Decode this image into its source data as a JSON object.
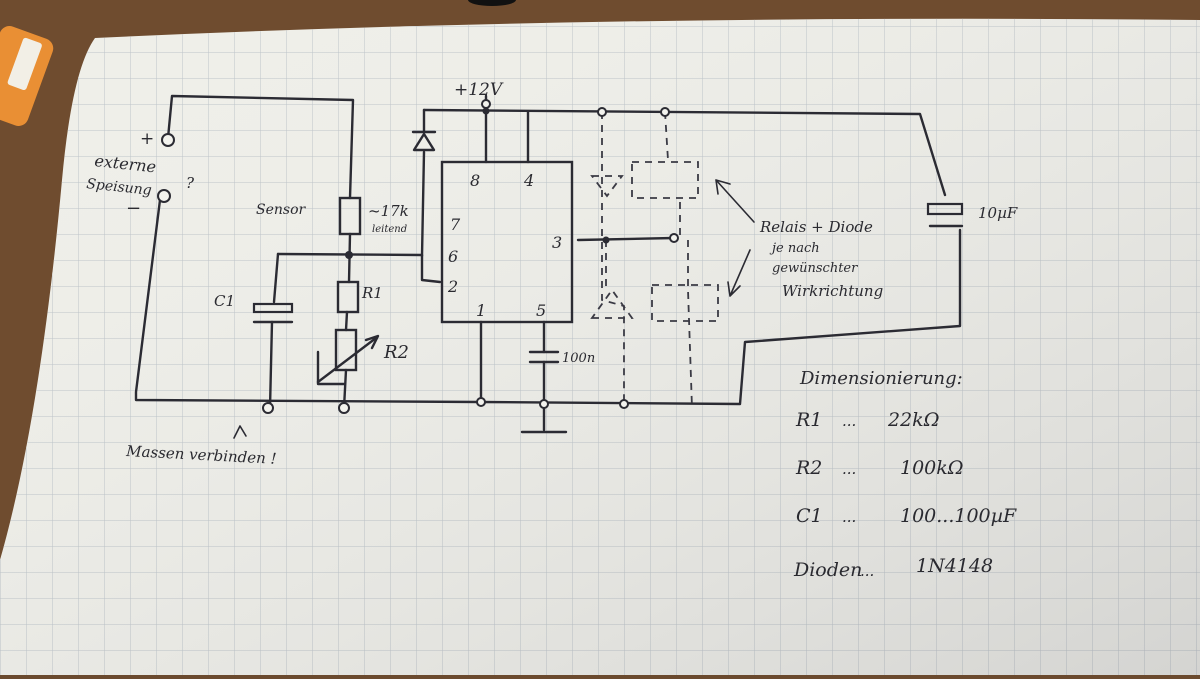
{
  "supply": {
    "label": "+12V"
  },
  "external_supply": {
    "plus": "+",
    "line1": "externe",
    "line2": "Speisung",
    "question": "?",
    "minus": "−"
  },
  "sensor": {
    "label": "Sensor",
    "value": "~17k",
    "note": "leitend"
  },
  "components": {
    "r1": "R1",
    "r2": "R2",
    "c1": "C1",
    "c_ctrl": "100n",
    "c_out": "10µF"
  },
  "ic_pins": {
    "p8": "8",
    "p4": "4",
    "p7": "7",
    "p6": "6",
    "p2": "2",
    "p3": "3",
    "p1": "1",
    "p5": "5"
  },
  "relay_note": {
    "line1": "Relais + Diode",
    "line2": "je nach",
    "line3": "gewünschter",
    "line4": "Wirkrichtung"
  },
  "ground_note": {
    "text": "Massen verbinden !"
  },
  "dimensioning": {
    "title": "Dimensionierung:",
    "rows": [
      {
        "name": "R1",
        "sep": "...",
        "value": "22kΩ"
      },
      {
        "name": "R2",
        "sep": "...",
        "value": "100kΩ"
      },
      {
        "name": "C1",
        "sep": "...",
        "value": "100...100µF"
      },
      {
        "name": "Dioden",
        "sep": "...",
        "value": "1N4148"
      }
    ]
  }
}
